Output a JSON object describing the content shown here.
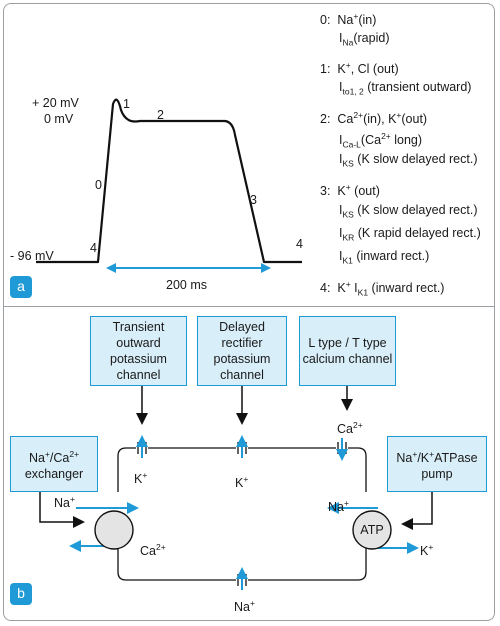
{
  "panel_a": {
    "badge": "a",
    "y_labels": {
      "top": "+ 20 mV",
      "zero": "0 mV",
      "rest": "- 96 mV"
    },
    "phase_labels": {
      "p0": "0",
      "p1": "1",
      "p2": "2",
      "p3": "3",
      "p4_left": "4",
      "p4_right": "4"
    },
    "duration_label": "200 ms",
    "legend": {
      "l0a_num": "0:",
      "l0a": "Na",
      "l0a_tail": "(in)",
      "l0b_main": "I",
      "l0b_sub": "Na",
      "l0b_tail": "(rapid)",
      "l1a_num": "1:",
      "l1a": "K",
      "l1a_tail": ", Cl (out)",
      "l1b_main": "I",
      "l1b_sub": "to1, 2",
      "l1b_tail": " (transient outward)",
      "l2a_num": "2:",
      "l2a": "Ca",
      "l2a_sup": "2+",
      "l2a_tail": "(in), K",
      "l2a_tail2": "(out)",
      "l2b_main": "I",
      "l2b_sub": "Ca-L",
      "l2b_tail": "(Ca",
      "l2b_sup": "2+",
      "l2b_tail2": " long)",
      "l2c_main": "I",
      "l2c_sub": "KS",
      "l2c_tail": " (K slow delayed rect.)",
      "l3a_num": "3:",
      "l3a": "K",
      "l3a_tail": " (out)",
      "l3b_main": "I",
      "l3b_sub": "KS",
      "l3b_tail": " (K slow delayed rect.)",
      "l3c_main": "I",
      "l3c_sub": "KR",
      "l3c_tail": " (K rapid delayed rect.)",
      "l3d_main": "I",
      "l3d_sub": "K1",
      "l3d_tail": " (inward rect.)",
      "l4_num": "4:",
      "l4": "K",
      "l4_mid": " I",
      "l4_sub": "K1",
      "l4_tail": " (inward rect.)",
      "plus": "+"
    }
  },
  "panel_b": {
    "badge": "b",
    "boxes": {
      "transient": "Transient outward potassium channel",
      "delayed": "Delayed rectifier potassium channel",
      "calcium": "L type / T type calcium channel",
      "exchanger_a": "Na",
      "exchanger_b": "/Ca",
      "exchanger_c": "exchanger",
      "pump_a": "Na",
      "pump_b": "/K",
      "pump_c": "ATPase pump"
    },
    "ions": {
      "k_left": "K",
      "k_mid": "K",
      "ca_top": "Ca",
      "na_left": "Na",
      "ca_left": "Ca",
      "na_right": "Na",
      "k_right": "K",
      "na_bottom": "Na",
      "plus": "+",
      "two_plus": "2+"
    },
    "atp_label": "ATP"
  },
  "colors": {
    "accent": "#1f9ad6",
    "box_fill": "#d8eef8",
    "frame": "#9aa0a4"
  }
}
